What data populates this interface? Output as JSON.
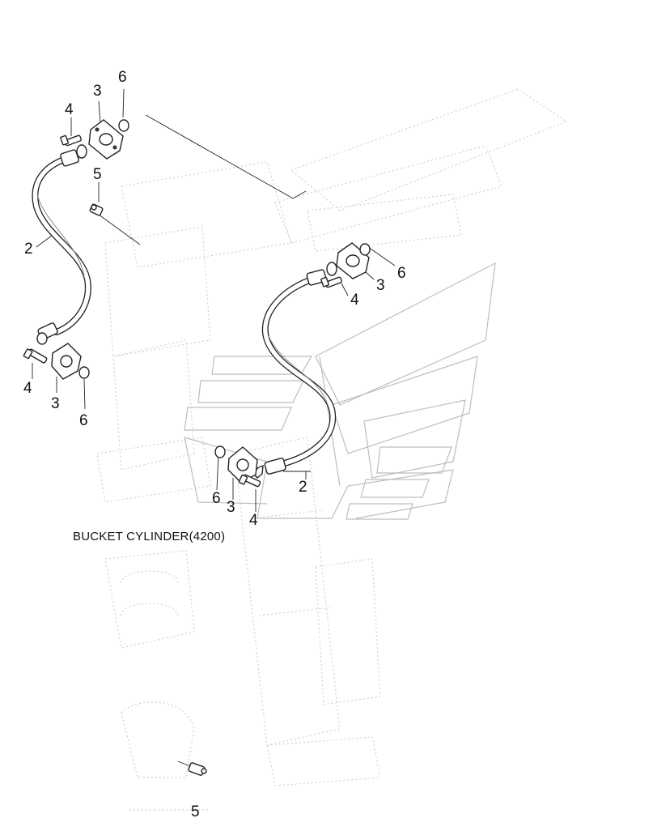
{
  "caption": "BUCKET CYLINDER(4200)",
  "callouts": [
    {
      "id": "c-3-top",
      "text": "3"
    },
    {
      "id": "c-6-top",
      "text": "6"
    },
    {
      "id": "c-4-top",
      "text": "4"
    },
    {
      "id": "c-5-top",
      "text": "5"
    },
    {
      "id": "c-2-left",
      "text": "2"
    },
    {
      "id": "c-4-left",
      "text": "4"
    },
    {
      "id": "c-3-left",
      "text": "3"
    },
    {
      "id": "c-6-left",
      "text": "6"
    },
    {
      "id": "c-6-right",
      "text": "6"
    },
    {
      "id": "c-3-right",
      "text": "3"
    },
    {
      "id": "c-4-right",
      "text": "4"
    },
    {
      "id": "c-2-right",
      "text": "2"
    },
    {
      "id": "c-6-bottom",
      "text": "6"
    },
    {
      "id": "c-3-bottom",
      "text": "3"
    },
    {
      "id": "c-4-bottom",
      "text": "4"
    },
    {
      "id": "c-5-bottom",
      "text": "5"
    }
  ]
}
